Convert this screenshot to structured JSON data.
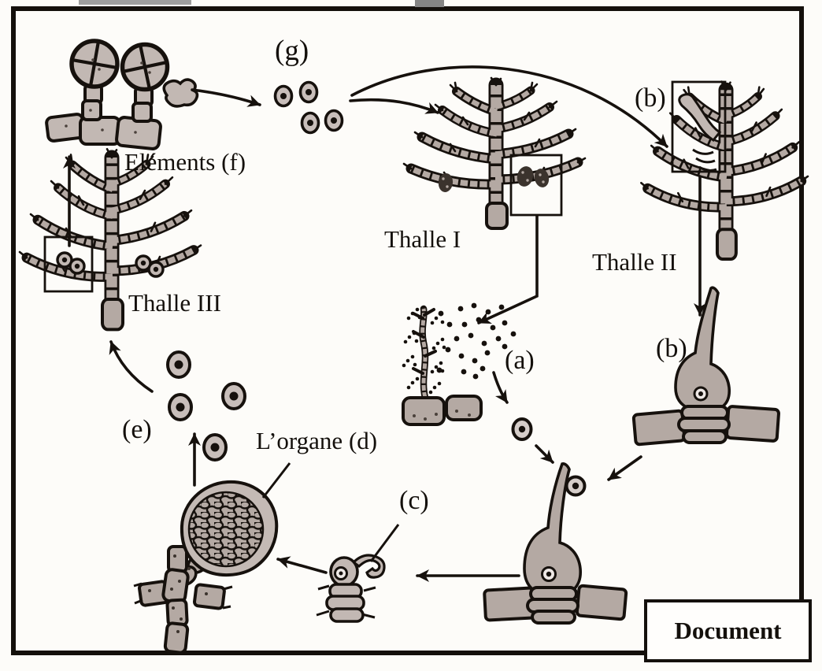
{
  "diagram": {
    "caption": "Document",
    "labels": {
      "g": "(g)",
      "elements_f": "Eléments (f)",
      "thalle_1": "Thalle I",
      "thalle_2": "Thalle II",
      "thalle_3": "Thalle III",
      "b_upper": "(b)",
      "b_lower": "(b)",
      "a": "(a)",
      "c": "(c)",
      "e": "(e)",
      "organe_d": "L’organe (d)"
    },
    "colors": {
      "outline": "#16110d",
      "thallus_fill": "#b4a9a3",
      "cell_fill": "#c8beba",
      "dark_sporangia": "#3b332d",
      "paper": "#fdfcf9"
    }
  }
}
